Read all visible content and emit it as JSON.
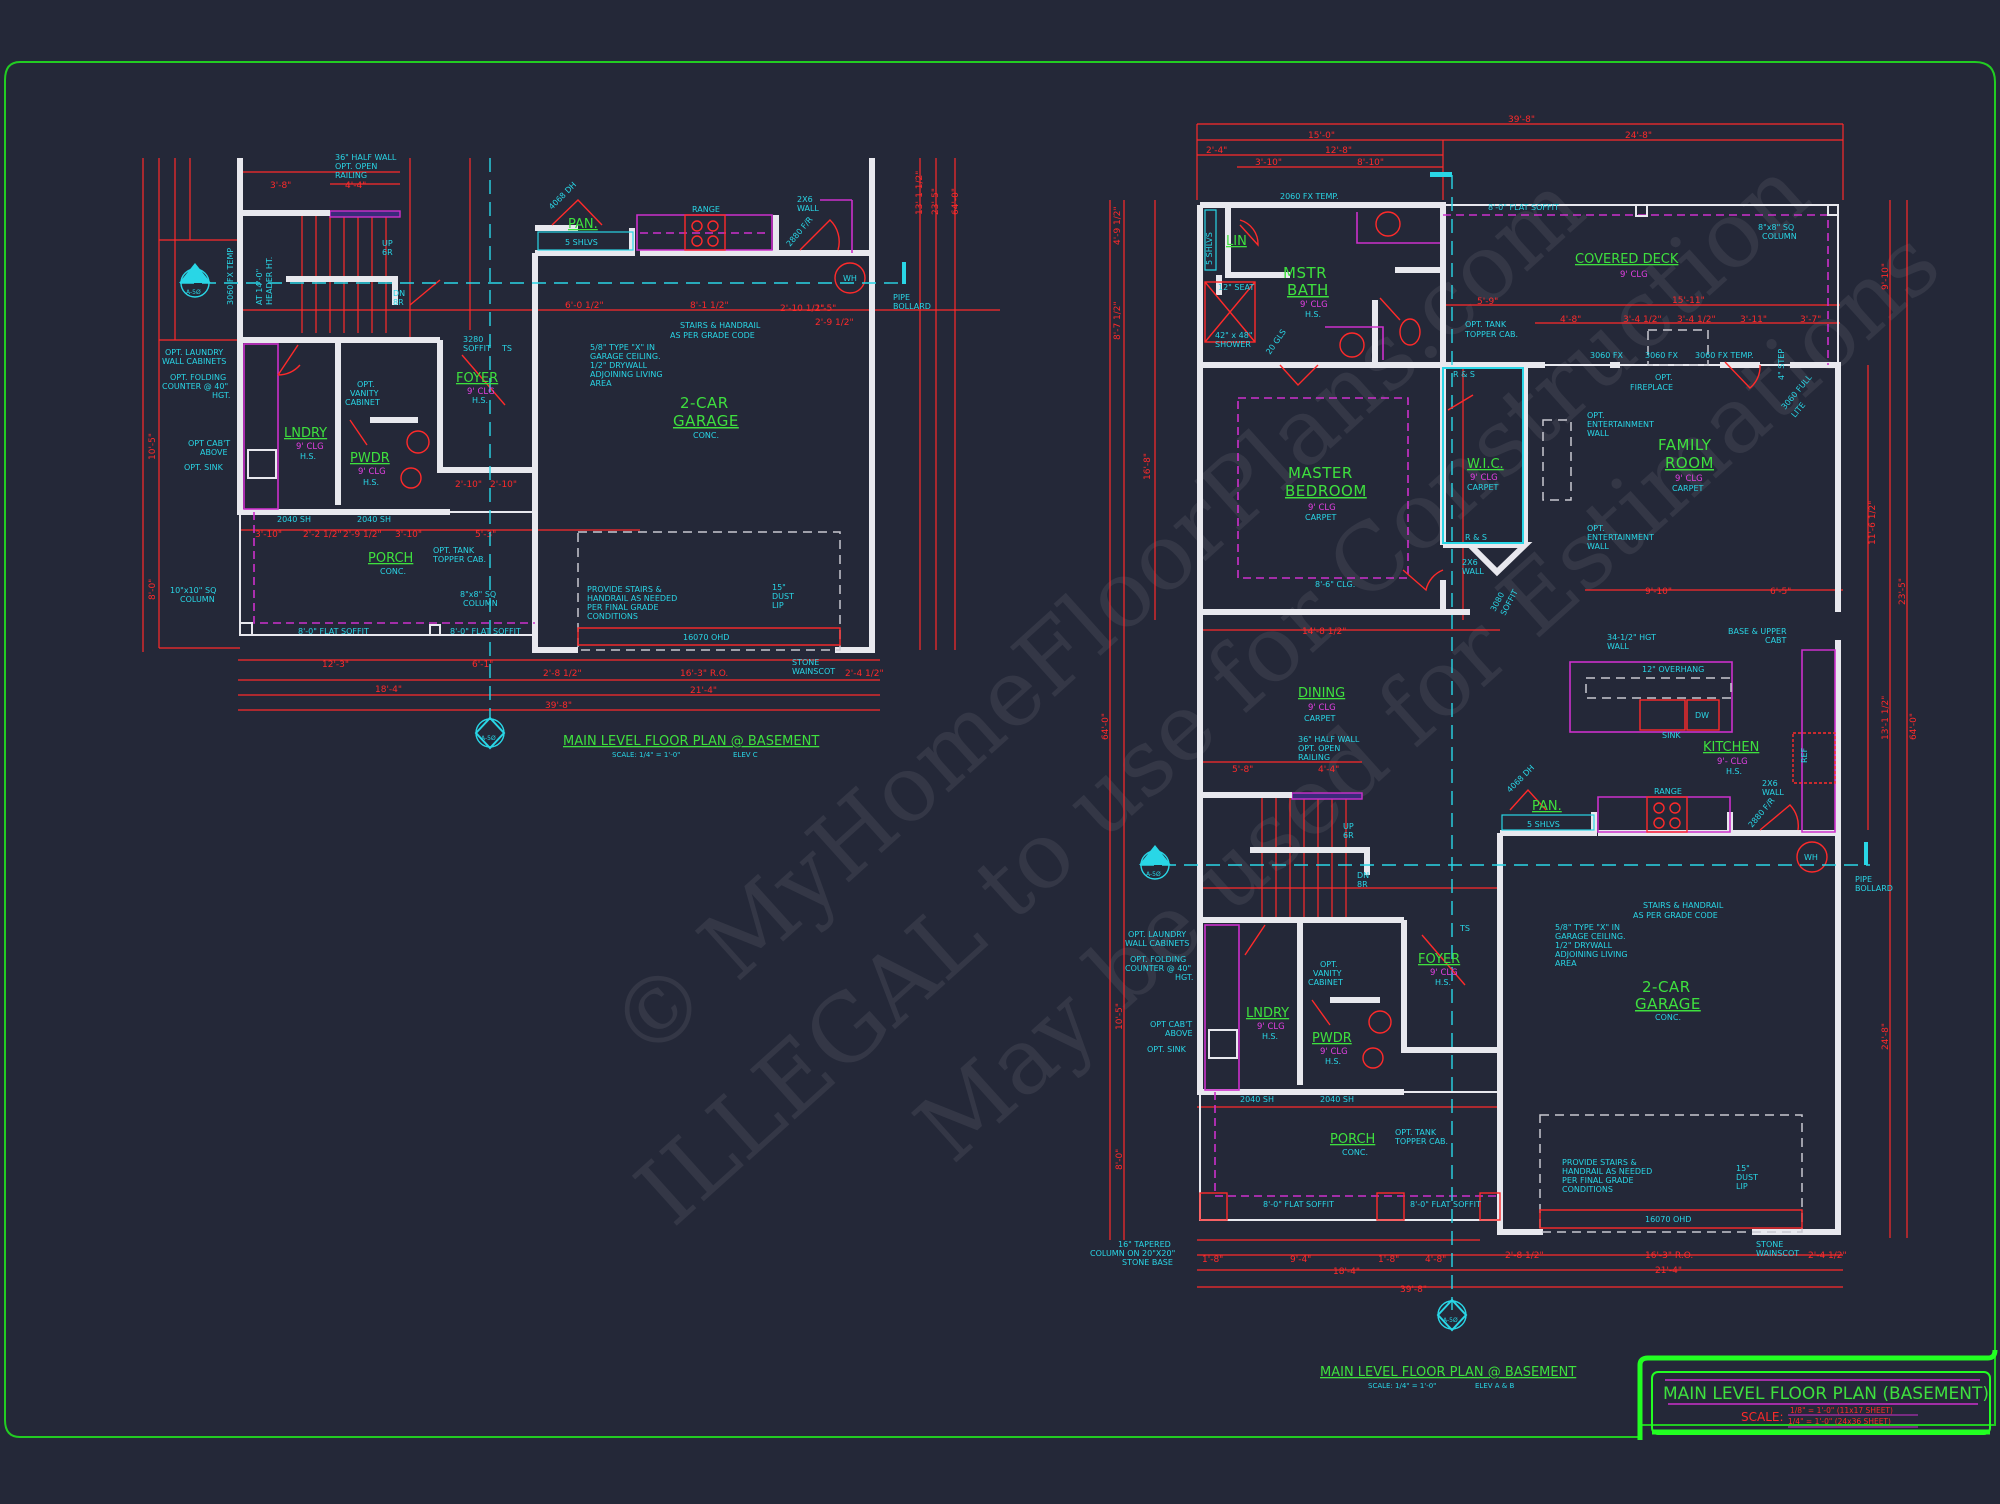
{
  "sheet": {
    "title_block": {
      "title": "MAIN LEVEL FLOOR PLAN (BASEMENT)",
      "scale_label": "SCALE:",
      "scale_line_1": "1/8\" = 1'-0\" (11x17 SHEET)",
      "scale_line_2": "1/4\" = 1'-0\" (24x36 SHEET)"
    },
    "watermark": {
      "line_1": "© MyHomeFloorPlans.com",
      "line_2": "ILLEGAL to use for Construction",
      "line_3": "May be used for Estimations"
    },
    "colors": {
      "background": "#242838",
      "border": "#22cc22",
      "walls": "#e8e8ee",
      "dimensions": "#ff2a2a",
      "annotations": "#29d6e6",
      "room_labels": "#3ee03e",
      "ceiling_labels": "#e040e0"
    }
  },
  "plan_left": {
    "title": "MAIN LEVEL FLOOR PLAN @ BASEMENT",
    "scale": "SCALE: 1/4\" = 1'-0\"",
    "elev": "ELEV C",
    "section_marker": {
      "num": "2",
      "sheet": "A-5Ø"
    },
    "section_marker_bottom": {
      "sheet": "A-5Ø"
    },
    "rooms": {
      "pan": {
        "name": "PAN.",
        "note": "5 SHLVS"
      },
      "lndry": {
        "name": "LNDRY",
        "clg": "9' CLG",
        "finish": "H.S."
      },
      "pwdr": {
        "name": "PWDR",
        "clg": "9' CLG",
        "finish": "H.S."
      },
      "foyer": {
        "name": "FOYER",
        "clg": "9' CLG",
        "finish": "H.S."
      },
      "porch": {
        "name": "PORCH",
        "finish": "CONC."
      },
      "garage": {
        "name_1": "2-CAR",
        "name_2": "GARAGE",
        "finish": "CONC."
      }
    },
    "notes": {
      "half_wall": [
        "36\" HALF WALL",
        "OPT. OPEN",
        "RAILING"
      ],
      "laundry_cab": [
        "OPT. LAUNDRY",
        "WALL CABINETS"
      ],
      "folding": [
        "OPT. FOLDING",
        "COUNTER @ 40\"",
        "HGT."
      ],
      "cab_above": [
        "OPT CAB'T",
        "ABOVE"
      ],
      "sink": "OPT. SINK",
      "vanity": [
        "OPT.",
        "VANITY",
        "CABINET"
      ],
      "tank": [
        "OPT. TANK",
        "TOPPER CAB."
      ],
      "col10": [
        "10\"x10\" SQ",
        "COLUMN"
      ],
      "col8": [
        "8\"x8\" SQ",
        "COLUMN"
      ],
      "type_x": [
        "5/8\" TYPE \"X\" IN",
        "GARAGE CEILING.",
        "1/2\" DRYWALL",
        "ADJOINING LIVING",
        "AREA"
      ],
      "stairs": [
        "STAIRS & HANDRAIL",
        "AS PER GRADE CODE"
      ],
      "provide": [
        "PROVIDE STAIRS &",
        "HANDRAIL AS NEEDED",
        "PER FINAL GRADE",
        "CONDITIONS"
      ],
      "dust": [
        "15\"",
        "DUST",
        "LIP"
      ],
      "stone": [
        "STONE",
        "WAINSCOT"
      ],
      "wall2x6": [
        "2X6",
        "WALL"
      ],
      "bollard": [
        "PIPE",
        "BOLLARD"
      ],
      "range": "RANGE",
      "wh": "WH",
      "ohd": "16070 OHD",
      "soffit8": "8'-0\" FLAT SOFFIT",
      "win_2040a": "2040 SH",
      "win_2040b": "2040 SH",
      "soffit_3280": [
        "3280",
        "SOFFIT"
      ],
      "ts": "TS",
      "door_4068": "4068 DH",
      "door_2880": "2880 F/R",
      "win_3060": "3060 FX TEMP",
      "header": [
        "AT 14'-0\"",
        "HEADER HT."
      ],
      "up": [
        "UP",
        "6R"
      ],
      "dn": [
        "DN",
        "8R"
      ]
    },
    "dims": {
      "d1": "3'-8\"",
      "d2": "4'-4\"",
      "d3": "6'-0 1/2\"",
      "d4": "8'-1 1/2\"",
      "d5": "2'-10 1/2\"",
      "d6": "1'-5\"",
      "d7": "2'-9 1/2\"",
      "d8": "3'-10\"",
      "d9": "2'-2 1/2\"",
      "d10": "2'-9 1/2\"",
      "d11": "3'-10\"",
      "d12": "5'-3\"",
      "d13": "12'-3\"",
      "d14": "6'-1\"",
      "d15": "18'-4\"",
      "d16": "39'-8\"",
      "d17": "2'-8 1/2\"",
      "d18": "16'-3\" R.O.",
      "d19": "2'-4 1/2\"",
      "d20": "21'-4\"",
      "d21": "13'-1 1/2\"",
      "d22": "23'-5\"",
      "d23": "64'-0\"",
      "d24": "8'-0\"",
      "d25": "10'-5\"",
      "d26": "2'-10\"",
      "d27": "2'-10\""
    }
  },
  "plan_right": {
    "title": "MAIN LEVEL FLOOR PLAN @ BASEMENT",
    "scale": "SCALE: 1/4\" = 1'-0\"",
    "elev": "ELEV A & B",
    "section_marker": {
      "num": "2",
      "sheet": "A-5Ø"
    },
    "section_marker_bottom": {
      "sheet": "A-5Ø"
    },
    "rooms": {
      "lin": {
        "name": "LIN",
        "note": "5 SHLVS"
      },
      "mstr_bath": {
        "name_1": "MSTR",
        "name_2": "BATH",
        "clg": "9' CLG",
        "finish": "H.S."
      },
      "covered_deck": {
        "name": "COVERED DECK",
        "clg": "9' CLG"
      },
      "master_bedroom": {
        "name_1": "MASTER",
        "name_2": "BEDROOM",
        "clg": "9' CLG",
        "finish": "CARPET"
      },
      "wic": {
        "name": "W.I.C.",
        "clg": "9' CLG",
        "finish": "CARPET"
      },
      "family_room": {
        "name_1": "FAMILY",
        "name_2": "ROOM",
        "clg": "9' CLG",
        "finish": "CARPET"
      },
      "dining": {
        "name": "DINING",
        "clg": "9' CLG",
        "finish": "CARPET"
      },
      "kitchen": {
        "name": "KITCHEN",
        "clg": "9'- CLG",
        "finish": "H.S."
      },
      "pan": {
        "name": "PAN.",
        "note": "5 SHLVS"
      },
      "lndry": {
        "name": "LNDRY",
        "clg": "9' CLG",
        "finish": "H.S."
      },
      "pwdr": {
        "name": "PWDR",
        "clg": "9' CLG",
        "finish": "H.S."
      },
      "foyer": {
        "name": "FOYER",
        "clg": "9' CLG",
        "finish": "H.S."
      },
      "porch": {
        "name": "PORCH",
        "finish": "CONC."
      },
      "garage": {
        "name_1": "2-CAR",
        "name_2": "GARAGE",
        "finish": "CONC."
      }
    },
    "notes": {
      "win_2060": "2060 FX TEMP.",
      "seat": "12\" SEAT",
      "shower": [
        "42\" x 48\"",
        "SHOWER"
      ],
      "gls": "20 GLS",
      "tank": [
        "OPT. TANK",
        "TOPPER CAB."
      ],
      "soffit_deck": "8'-0\" FLAT SOFFIT",
      "col8": [
        "8\"x8\" SQ",
        "COLUMN"
      ],
      "fireplace": [
        "OPT.",
        "FIREPLACE"
      ],
      "win_3060a": "3060 FX",
      "win_3060b": "3060 FX",
      "win_3060c": "3060 FX TEMP.",
      "door_3060": [
        "3060 FULL",
        "LITE"
      ],
      "step": "4\" STEP",
      "ent_wall": [
        "OPT.",
        "ENTERTAINMENT",
        "WALL"
      ],
      "rs": "R & S",
      "clg_856": "8'-6\" CLG.",
      "wall2x6": [
        "2X6",
        "WALL"
      ],
      "soffit_3080": [
        "3080",
        "SOFFIT"
      ],
      "hgt_wall": [
        "34-1/2\" HGT",
        "WALL"
      ],
      "overhang": "12\" OVERHANG",
      "sink": "SINK",
      "dw": "DW",
      "upper": [
        "BASE & UPPER",
        "CABT"
      ],
      "ref": "REF",
      "range": "RANGE",
      "half_wall": [
        "36\" HALF WALL",
        "OPT. OPEN",
        "RAILING"
      ],
      "laundry_cab": [
        "OPT. LAUNDRY",
        "WALL CABINETS"
      ],
      "folding": [
        "OPT. FOLDING",
        "COUNTER @ 40\"",
        "HGT."
      ],
      "cab_above": [
        "OPT CAB'T",
        "ABOVE"
      ],
      "sink_opt": "OPT. SINK",
      "vanity": [
        "OPT.",
        "VANITY",
        "CABINET"
      ],
      "tapered": [
        "16\" TAPERED",
        "COLUMN ON 20\"X20\"",
        "STONE BASE"
      ],
      "type_x": [
        "5/8\" TYPE \"X\" IN",
        "GARAGE CEILING.",
        "1/2\" DRYWALL",
        "ADJOINING LIVING",
        "AREA"
      ],
      "stairs": [
        "STAIRS & HANDRAIL",
        "AS PER GRADE CODE"
      ],
      "provide": [
        "PROVIDE STAIRS &",
        "HANDRAIL AS NEEDED",
        "PER FINAL GRADE",
        "CONDITIONS"
      ],
      "dust": [
        "15\"",
        "DUST",
        "LIP"
      ],
      "stone": [
        "STONE",
        "WAINSCOT"
      ],
      "bollard": [
        "PIPE",
        "BOLLARD"
      ],
      "wh": "WH",
      "ohd": "16070 OHD",
      "soffit8": "8'-0\" FLAT SOFFIT",
      "win_2040": "2040 SH",
      "ts": "TS",
      "door_4068": "4068 DH",
      "door_2880": "2880 F/R",
      "up": [
        "UP",
        "6R"
      ],
      "dn": [
        "DN",
        "8R"
      ]
    },
    "dims": {
      "top_total": "39'-8\"",
      "top_a": "15'-0\"",
      "top_b": "24'-8\"",
      "top_c": "2'-4\"",
      "top_d": "12'-8\"",
      "top_e": "3'-10\"",
      "top_f": "8'-10\"",
      "deck_a": "5'-9\"",
      "deck_b": "15'-11\"",
      "deck_c": "4'-8\"",
      "deck_d": "3'-4 1/2\"",
      "deck_e": "3'-4 1/2\"",
      "deck_f": "3'-11\"",
      "deck_g": "3'-7\"",
      "fam_a": "9'-10\"",
      "fam_b": "6'-5\"",
      "din_a": "14'-8 1/2\"",
      "din_b": "5'-8\"",
      "din_c": "4'-4\"",
      "right_a": "9'-10\"",
      "right_b": "11'-6 1/2\"",
      "right_c": "13'-1 1/2\"",
      "right_d": "24'-8\"",
      "right_e": "64'-0\"",
      "right_f": "23'-5\"",
      "bot_a": "1'-8\"",
      "bot_b": "9'-4\"",
      "bot_c": "1'-8\"",
      "bot_d": "4'-8\"",
      "bot_e": "18'-4\"",
      "bot_f": "2'-8 1/2\"",
      "bot_g": "16'-3\" R.O.",
      "bot_h": "2'-4 1/2\"",
      "bot_i": "21'-4\"",
      "bot_j": "39'-8\"",
      "left_a": "4'-9 1/2\"",
      "left_b": "8'-7 1/2\"",
      "left_c": "16'-8\"",
      "left_d": "64'-0\"",
      "left_e": "8'-0\"",
      "left_f": "10'-5\""
    }
  }
}
